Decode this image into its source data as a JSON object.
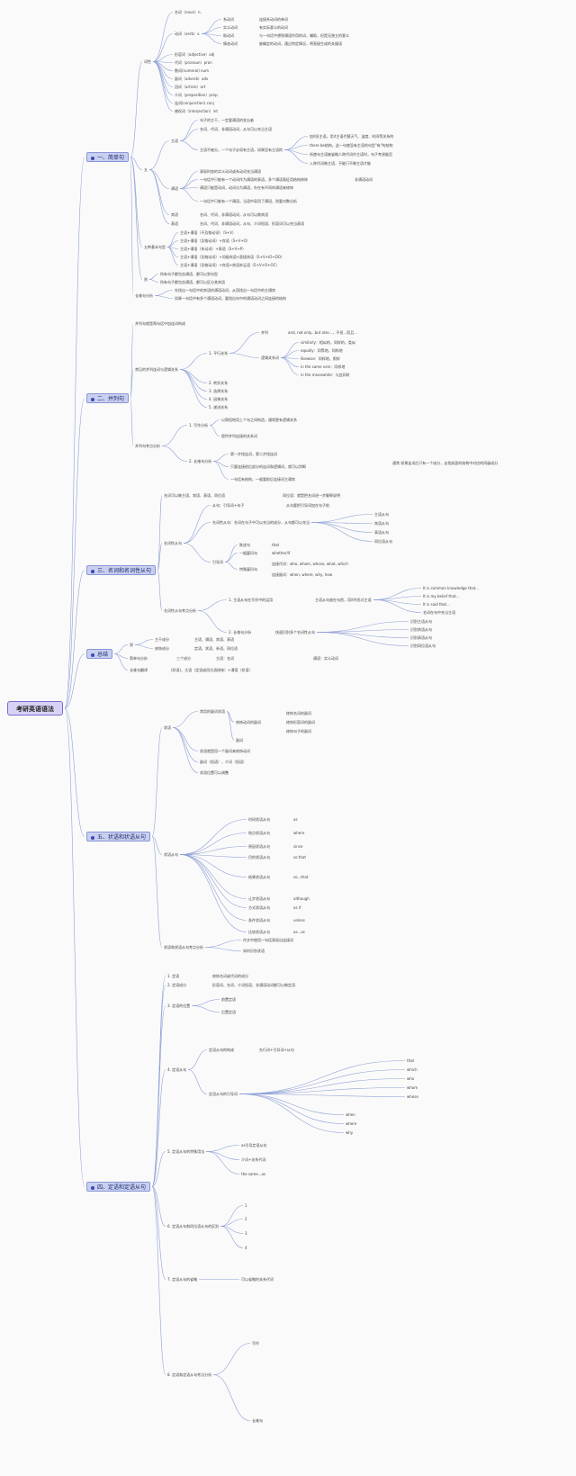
{
  "root": "考研英语语法",
  "sections": [
    {
      "label": "一、简单句"
    },
    {
      "label": "二、并列句"
    },
    {
      "label": "三、名词和名词性从句"
    },
    {
      "label": "总结"
    },
    {
      "label": "五、状语和状语从句"
    },
    {
      "label": "四、定语和定语从句"
    }
  ],
  "s1": {
    "cixing": "词性",
    "pos": [
      "名词（noun）n.",
      "动词（verb）v.",
      "形容词（adjective）adj",
      "代词（pronoun）pron",
      "数词(numeral) num",
      "副词（adverb）adv",
      "冠词（article）art",
      "介词（preposition）prep.",
      "连词(conjunction) conj",
      "感叹词（interjection）int"
    ],
    "verbs": [
      "系动词",
      "实义动词",
      "助动词",
      "情态动词"
    ],
    "verb_desc": [
      "连接系动词的单词",
      "有实际意义的动词",
      "与一句话中想到谓语作用的词，辅助，但是无独立的意义",
      "被确定的动词，通过特定情况，将直接生成的关键语"
    ],
    "wu": "五",
    "zhuyu": "主语",
    "zhuyu_items": [
      "句子的主干，一定要谓语的发出者",
      "名词、代词、非谓语动词，从句可以充当主语",
      "主语不被分，一个句子必须有主语，如果没有主语的"
    ],
    "zhuyu_sub": [
      "加it形主语，用it主语代替天气、温度、时间等关系的",
      "there be结构，这一句使没有主语的句型\"有\"的结构",
      "祈使句主语被省略人称代词作主语时，句子考虑能否",
      "入称代词做主语，不能只不做主语才能"
    ],
    "weiyu": "谓语",
    "weiyu_items": [
      "表现时态的实义动词或系动词充当谓语",
      "一句话中只能有一个动词作为谓语的表语，多个谓语表征用结构修饰",
      "谓语只能是动词，动词分为谓语，外在有不同的谓语来修饰",
      "一句话中只能有一个谓语，当语中采用了谓语，则要对数分析"
    ],
    "weiyu_right": "非谓语动词",
    "binyu": "宾语",
    "binyu_desc": "名词、代词、非谓语动词，从句可以做宾语",
    "biaoyu": "表语",
    "biaoyu_desc": "名词、代词、非谓语动词，从句、介词短语、形容词可以充当表语",
    "patterns_label": "五种基本句型",
    "patterns": [
      "主语+谓语（不及物动词）（S+V）",
      "主语+谓语（及物动词）+宾语（S+V+O）",
      "主语+谓语（系动词）+表语（S+V+P）",
      "主语+谓语（及物动词）+间接宾语+直接宾语（S+V+IO+DO）",
      "主语+谓语（及物动词）+宾语+宾语补足语（S+V+O+OC）"
    ],
    "ze": "则",
    "ze_items": [
      "所有句子都包含谓语，都可以到句型",
      "所有句子都包含谓语，都可以区分其宾语"
    ],
    "analysis": "长难句分析",
    "analysis_items": [
      "先找出一句话中的宾语的谓语动词，从而找出一句话中的主谓宾",
      "如果一句话中有多个谓语动词，要找出句中的谓语动词之间连接的结构"
    ]
  },
  "s2": {
    "top": "并列句就是两句话中加连词构成",
    "lianci": "常见的并列连词与逻辑关系",
    "rel": [
      "1. 平行关系",
      "2. 转折关系",
      "3. 选择关系",
      "4. 因果关系",
      "5. 递进关系"
    ],
    "binglie": "并列",
    "binglie_words": "and, not only...but also...，不但...而且...",
    "luoji": "逻辑关系词",
    "luoji_items": [
      "similarly：相似的，同样的，类似",
      "equally：同等地，同样地",
      "likewise：同样地，照样",
      "in the same vein：同样地",
      "in the meanwhile：与此同时"
    ],
    "fenxi": "并列句考点分析",
    "fenxi1": "1. 写作分析",
    "fenxi1_items": [
      "以简短地用上个句之间构造，通常更有逻辑关系",
      "提供并列连接的关系词"
    ],
    "fenxi2": "2. 长难句分析",
    "fenxi2_items": [
      "第一步找连词，第二步找连词",
      "只要连接前后部分的连词和逻辑词，就可以判断",
      "一句话有结构，一般要前后连接词主谓宾"
    ],
    "fenxi2_right": "通常 如果连词后只有一个成分，去找前面的结构中对应的同级成分"
  },
  "s3": {
    "gainian": "名词可以做主语、宾语、表语、同位语",
    "gainian_right": "同位语：就是把名词进一步解释说明",
    "congju": "名词性从句",
    "items": [
      "从句：引导词+句子",
      "名词性从句：名词在句子中可以充当的成分，从句都可以充当"
    ],
    "items_right": "从句要把引导词加在句子前",
    "roles": [
      "主语从句",
      "宾语从句",
      "表语从句",
      "同位语从句"
    ],
    "yindao": "引导词",
    "yindao_items": [
      "陈述句",
      "一般疑问句",
      "特殊疑问句"
    ],
    "yindao_right": [
      "that",
      "whether/if",
      "连接代词：who, whom, whose, what, which",
      "连接副词：when, where, why, how"
    ],
    "kaodian": "名词性从句考点分析",
    "kaodian1": "1. 主语从句在写作中的运用",
    "kaodian1_right": "主语从句放在句首，用it作形式主语",
    "kaodian1_list": [
      "It is common knowledge that...",
      "It is my belief that...",
      "It is said that...",
      "名词在句中充当主语"
    ],
    "kaodian2": "2. 长难句分析",
    "kaodian2_desc": "快速识别多个名词性从句",
    "kaodian2_list": [
      "识别主语从句",
      "识别宾语从句",
      "识别表语从句",
      "识别同位语从句"
    ]
  },
  "s4": {
    "ze": "则",
    "ze_items": [
      "主干成分",
      "修饰成分"
    ],
    "ze_desc": [
      "主语、谓语、宾语、表语",
      "定语、状语、补语、同位语"
    ],
    "lianjie": "简单句分析",
    "lianjie_desc": "三个成分",
    "lianjie_right": "主语：名词",
    "lianjie_right2": "谓语：实义动词",
    "chaiju": "长难句翻译",
    "chaiju_desc": "(状语)，主语（定语或同位语修饰）+谓语（状语）"
  },
  "s5": {
    "zhuangyu": "状语",
    "zhuangyu_items": [
      "常用的副词状语",
      "修饰动词的副词",
      "副词"
    ],
    "zhuangyu_right": [
      "修饰名词的副词",
      "修饰形容词的副词",
      "修饰句子的副词"
    ],
    "zhuangyu_desc": [
      "状语就是用一个副词来修饰动词",
      "副词（短语）、介词（短语）",
      "状语位置可以调整"
    ],
    "congju": "状语从句",
    "leixing": [
      "时间状语从句",
      "地点状语从句",
      "原因状语从句",
      "目的状语从句",
      "结果状语从句",
      "让步状语从句",
      "方式状语从句",
      "条件状语从句",
      "比较状语从句"
    ],
    "leixing_right": [
      "as",
      "where",
      "since",
      "so that",
      "so...that",
      "although",
      "as if",
      "unless",
      "as...as"
    ],
    "yunyong": "状语和状语从句考点分析",
    "yunyong_items": [
      "作文中使用一句话表现出连接词",
      "如何识别状语"
    ]
  },
  "s6": {
    "items": [
      "1. 定语",
      "2. 定语成分",
      "3. 定语的位置",
      "4. 定语从句",
      "5. 定语从句的特殊用法",
      "6. 定语从句和同位语从句的区别",
      "7. 定语从句的省略",
      "8. 定语和定语从句考点分析"
    ],
    "dingyu_desc": "修饰名词或代词的成分",
    "chengfen": "形容词、名词、介词短语、非谓语动词都可以做定语",
    "weizhi": [
      "前置定语",
      "后置定语"
    ],
    "jiegou": "定语从句的构成",
    "jiegou_desc": "先行词+引导词+从句",
    "yindaoci": "定语从句的引导词",
    "yindaoci_items": [
      "that",
      "which",
      "who",
      "whom",
      "whose",
      "when",
      "where",
      "why"
    ],
    "teshu": [
      "as引导定语从句",
      "介词+关系代词",
      "the same...as"
    ],
    "qubie": [
      "1",
      "2",
      "3",
      "4"
    ],
    "shengle": "可以省略的关系代词",
    "kaodian": [
      "写作",
      "长难句"
    ]
  }
}
